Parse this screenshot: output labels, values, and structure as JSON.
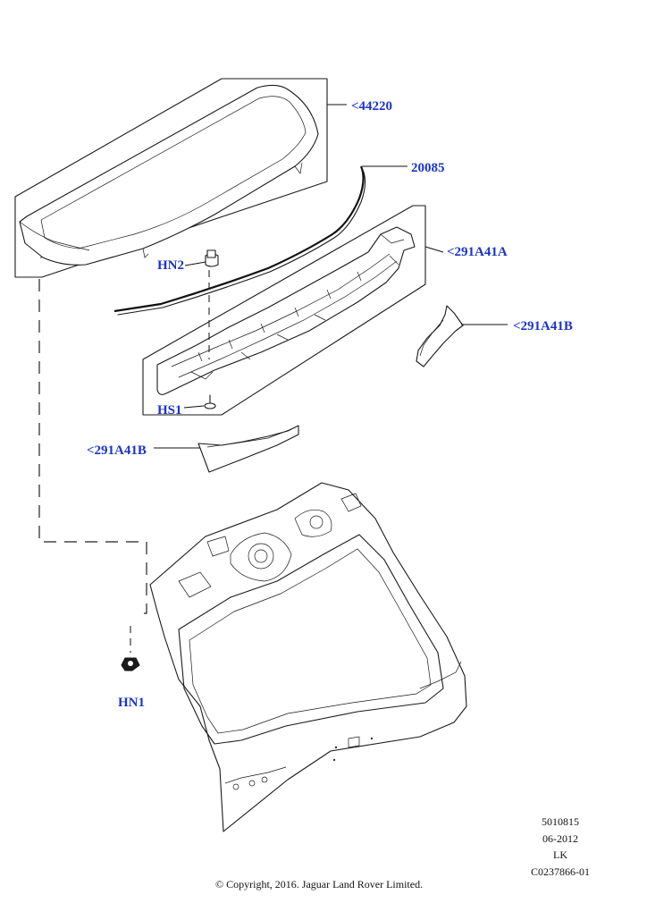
{
  "callouts": {
    "p44220": "<44220",
    "p20085": "20085",
    "p291A41A": "<291A41A",
    "p291A41B_right": "<291A41B",
    "p291A41B_left": "<291A41B",
    "hn2": "HN2",
    "hs1": "HS1",
    "hn1": "HN1"
  },
  "meta": {
    "line1": "5010815",
    "line2": "06-2012",
    "line3": "LK",
    "line4": "C0237866-01",
    "copyright": "© Copyright, 2016. Jaguar Land Rover Limited."
  },
  "colors": {
    "label": "#1a33cc",
    "ink": "#1a1a1a",
    "background": "#ffffff"
  }
}
